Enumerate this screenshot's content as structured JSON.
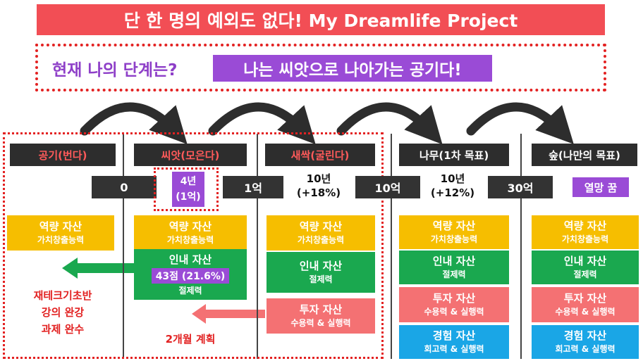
{
  "title": "단 한 명의 예외도 없다! My Dreamlife Project",
  "stage": {
    "question": "현재 나의 단계는?",
    "answer": "나는 씨앗으로 나아가는 공기다!"
  },
  "stages": [
    {
      "label": "공기(번다)"
    },
    {
      "label": "씨앗(모은다)"
    },
    {
      "label": "새싹(굴린다)"
    },
    {
      "label": "나무(1차 목표)"
    },
    {
      "label": "숲(나만의 목표)"
    }
  ],
  "milestones": {
    "m0": "0",
    "m1_line1": "4년",
    "m1_line2": "(1억)",
    "m2": "1억",
    "m3_line1": "10년",
    "m3_line2": "(+18%)",
    "m4": "10억",
    "m5_line1": "10년",
    "m5_line2": "(+12%)",
    "m6": "30억",
    "m7": "열망 꿈"
  },
  "assets": {
    "labor": {
      "title": "역량 자산",
      "sub": "가치창출능력"
    },
    "patience": {
      "title": "인내 자산",
      "sub": "절제력"
    },
    "invest": {
      "title": "투자 자산",
      "sub": "수용력 & 실행력"
    },
    "experience": {
      "title": "경험 자산",
      "sub": "회고력 & 실행력"
    }
  },
  "seed_score": "43점 (21.6%)",
  "notes": {
    "study": [
      "재테크기초반",
      "강의 완강",
      "과제 완수"
    ],
    "plan": "2개월 계획"
  },
  "colors": {
    "banner": "#f24e55",
    "purple": "#9a4bd6",
    "yellow": "#f6be00",
    "green": "#1aa84f",
    "salmon": "#f47173",
    "blue": "#1aa6e6",
    "dark": "#2d2d2d",
    "red_text": "#e22222"
  }
}
